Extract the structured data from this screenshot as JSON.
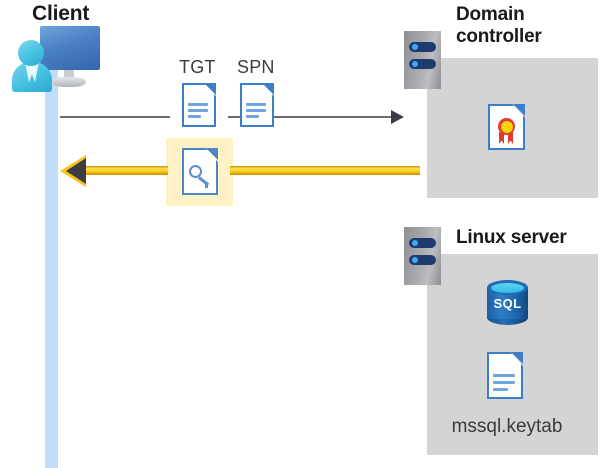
{
  "diagram": {
    "title": "Kerberos authentication flow between client, domain controller and Linux server",
    "colors": {
      "panel_gray": "#d4d4d4",
      "lifeline_blue": "#c2dcfb",
      "highlight_yellow": "#fdf1c5",
      "gold_arrow": "#fac919",
      "arrow_dark": "#3b3b48",
      "doc_blue": "#3a7fcc",
      "sql_blue": "#1f6cb5",
      "cert_red": "#e03b2f",
      "cert_gold": "#fcd40b",
      "text_dark": "#1a1a1a"
    }
  },
  "client": {
    "label": "Client",
    "workstation_icon": "desktop-computer-icon",
    "user_icon": "user-avatar-icon",
    "lifeline_icon": "client-lifeline-bar"
  },
  "domain_controller": {
    "label": "Domain controller",
    "label_line1": "Domain",
    "label_line2": "controller",
    "server_icon": "server-rack-icon",
    "contents": [
      {
        "icon": "certificate-document-icon",
        "caption": ""
      }
    ]
  },
  "linux_server": {
    "label": "Linux server",
    "server_icon": "server-rack-icon",
    "contents": [
      {
        "icon": "sql-database-icon",
        "caption": "SQL"
      },
      {
        "icon": "keytab-document-icon",
        "caption": "mssql.keytab"
      }
    ],
    "sql_label": "SQL",
    "keytab_label": "mssql.keytab"
  },
  "flows": [
    {
      "id": "request",
      "direction": "client-to-domain-controller",
      "style": "thin-gray-arrow",
      "artifacts": [
        {
          "label": "TGT",
          "icon": "document-icon"
        },
        {
          "label": "SPN",
          "icon": "document-icon"
        }
      ]
    },
    {
      "id": "response",
      "direction": "domain-controller-to-client",
      "style": "thick-gold-arrow",
      "highlighted": true,
      "artifacts": [
        {
          "label": "",
          "icon": "service-ticket-key-document-icon"
        }
      ]
    }
  ],
  "labels": {
    "tgt": "TGT",
    "spn": "SPN"
  }
}
